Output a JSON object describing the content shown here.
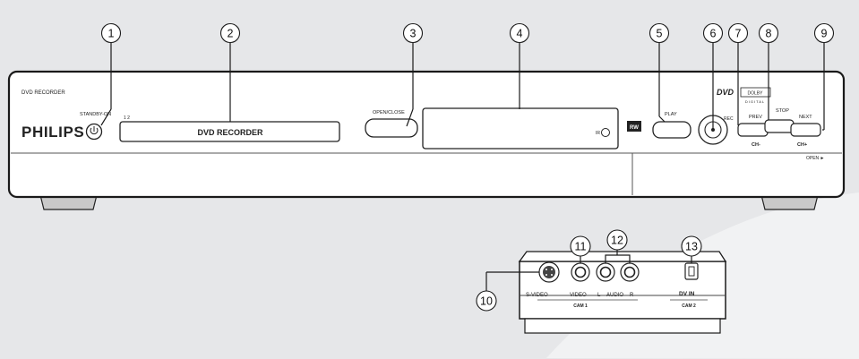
{
  "device": {
    "model_label": "DVD RECORDER",
    "brand": "PHILIPS",
    "standby_label": "STANDBY-ON",
    "tray_label": "DVD RECORDER",
    "tray_marker": "1 2",
    "open_close_label": "OPEN/CLOSE",
    "ir_label": "IR",
    "rw_badge": "RW",
    "play_label": "PLAY",
    "rec_label": "REC",
    "dvd_logo": "DVD",
    "dolby_label": "DOLBY",
    "digital_label": "DIGITAL",
    "prev_label": "PREV",
    "stop_label": "STOP",
    "next_label": "NEXT",
    "ch_minus_label": "CH-",
    "ch_plus_label": "CH+",
    "open_label": "OPEN ►"
  },
  "panel": {
    "svideo_label": "S-VIDEO",
    "video_label": "VIDEO",
    "l_label": "L",
    "audio_label": "AUDIO",
    "r_label": "R",
    "cam1_label": "CAM 1",
    "dvin_label": "DV IN",
    "cam2_label": "CAM 2"
  },
  "callouts": [
    "1",
    "2",
    "3",
    "4",
    "5",
    "6",
    "7",
    "8",
    "9",
    "10",
    "11",
    "12",
    "13"
  ]
}
